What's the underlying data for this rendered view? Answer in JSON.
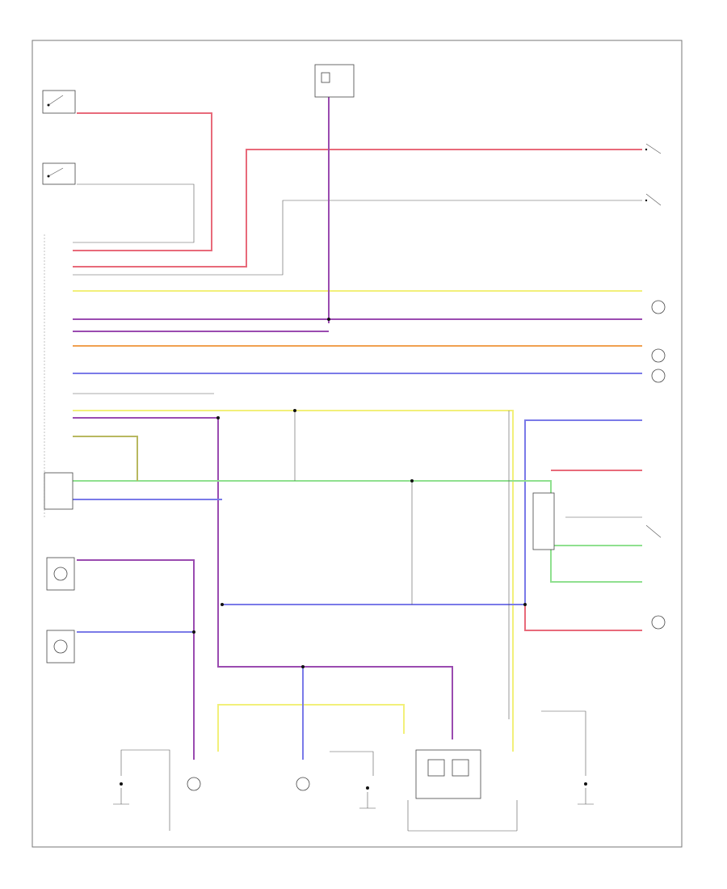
{
  "diagram": {
    "footer_code": "",
    "colors": {
      "red": "#e86a7a",
      "purple": "#9a4bb0",
      "yellow": "#f2f07a",
      "blue": "#7a7ae8",
      "orange": "#f0a050",
      "green": "#8fe08f",
      "olive": "#b8b860",
      "gray": "#888888",
      "frame": "#777777"
    },
    "components": [
      {
        "id": "top-center-fuse-box",
        "icon": "fuse-box-icon"
      },
      {
        "id": "left-top-door-switch",
        "icon": "switch-icon"
      },
      {
        "id": "left-second-door-switch",
        "icon": "switch-icon"
      },
      {
        "id": "right-top-door-switch",
        "icon": "switch-icon"
      },
      {
        "id": "right-second-door-switch",
        "icon": "switch-icon"
      },
      {
        "id": "right-lamp-1",
        "icon": "lamp-icon"
      },
      {
        "id": "right-lamp-2",
        "icon": "lamp-icon"
      },
      {
        "id": "right-lamp-3",
        "icon": "lamp-icon"
      },
      {
        "id": "right-lamp-4",
        "icon": "lamp-icon"
      },
      {
        "id": "left-module-box",
        "icon": "module-icon"
      },
      {
        "id": "left-lamp-1",
        "icon": "lamp-icon"
      },
      {
        "id": "left-lamp-2",
        "icon": "lamp-icon"
      },
      {
        "id": "right-switch-module",
        "icon": "module-icon"
      },
      {
        "id": "bottom-lamp-1",
        "icon": "lamp-icon"
      },
      {
        "id": "bottom-lamp-2",
        "icon": "lamp-icon"
      },
      {
        "id": "bottom-relay",
        "icon": "relay-icon"
      },
      {
        "id": "bottom-ground-1",
        "icon": "ground-icon"
      },
      {
        "id": "bottom-ground-2",
        "icon": "ground-icon"
      },
      {
        "id": "bottom-ground-3",
        "icon": "ground-icon"
      }
    ]
  }
}
